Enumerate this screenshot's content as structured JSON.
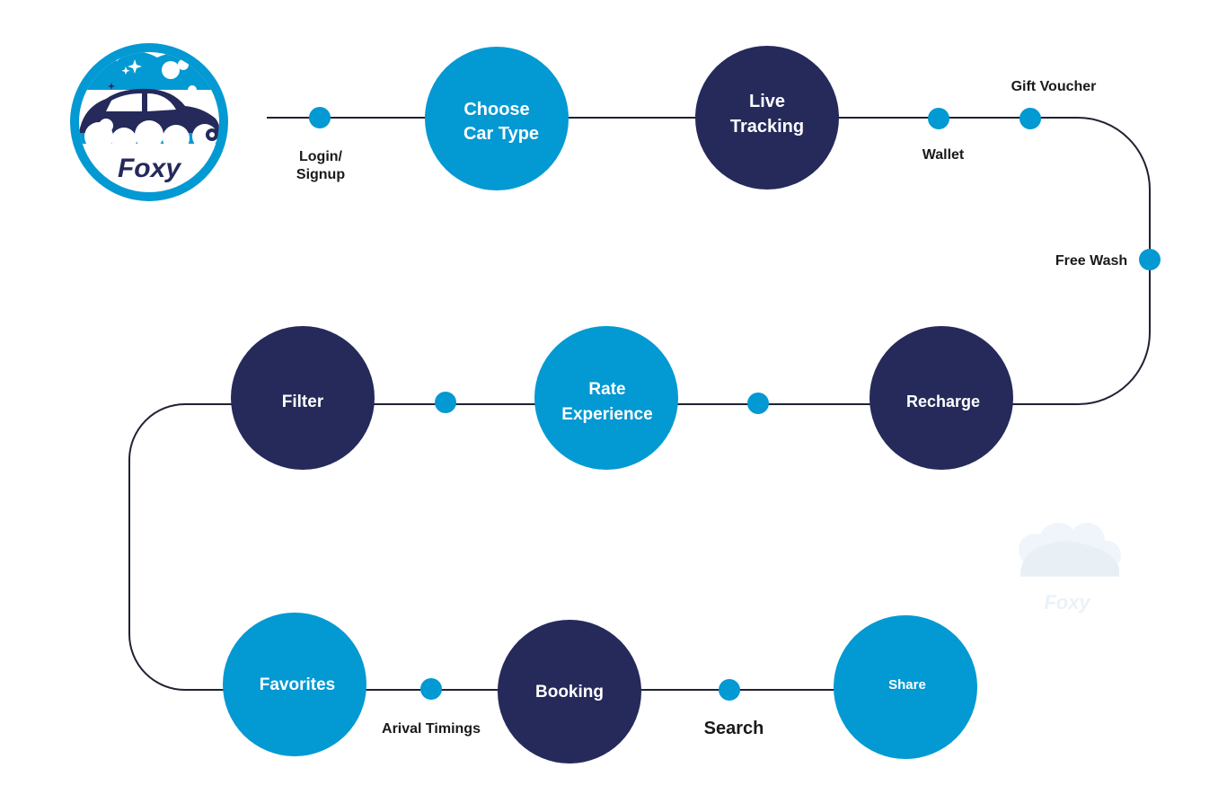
{
  "colors": {
    "primary": "#0399d3",
    "dark": "#252a5b",
    "line": "#1f2233",
    "label": "#1a1a1a",
    "white": "#ffffff",
    "watermark": "#e8f1f8"
  },
  "logo": {
    "text": "Foxy",
    "icon": "car-with-bubbles-icon"
  },
  "watermark": {
    "text": "Foxy"
  },
  "nodes": {
    "choose_car_type": {
      "line1": "Choose",
      "line2": "Car Type"
    },
    "live_tracking": {
      "line1": "Live",
      "line2": "Tracking"
    },
    "recharge": {
      "label": "Recharge"
    },
    "rate_experience": {
      "line1": "Rate",
      "line2": "Experience"
    },
    "filter": {
      "label": "Filter"
    },
    "favorites": {
      "label": "Favorites"
    },
    "booking": {
      "label": "Booking"
    },
    "share": {
      "label": "Share"
    }
  },
  "steps": {
    "login_signup": {
      "line1": "Login/",
      "line2": "Signup"
    },
    "wallet": {
      "label": "Wallet"
    },
    "gift_voucher": {
      "label": "Gift Voucher"
    },
    "free_wash": {
      "label": "Free Wash"
    },
    "arrival_timings": {
      "label": "Arival Timings"
    },
    "search": {
      "label": "Search"
    }
  }
}
